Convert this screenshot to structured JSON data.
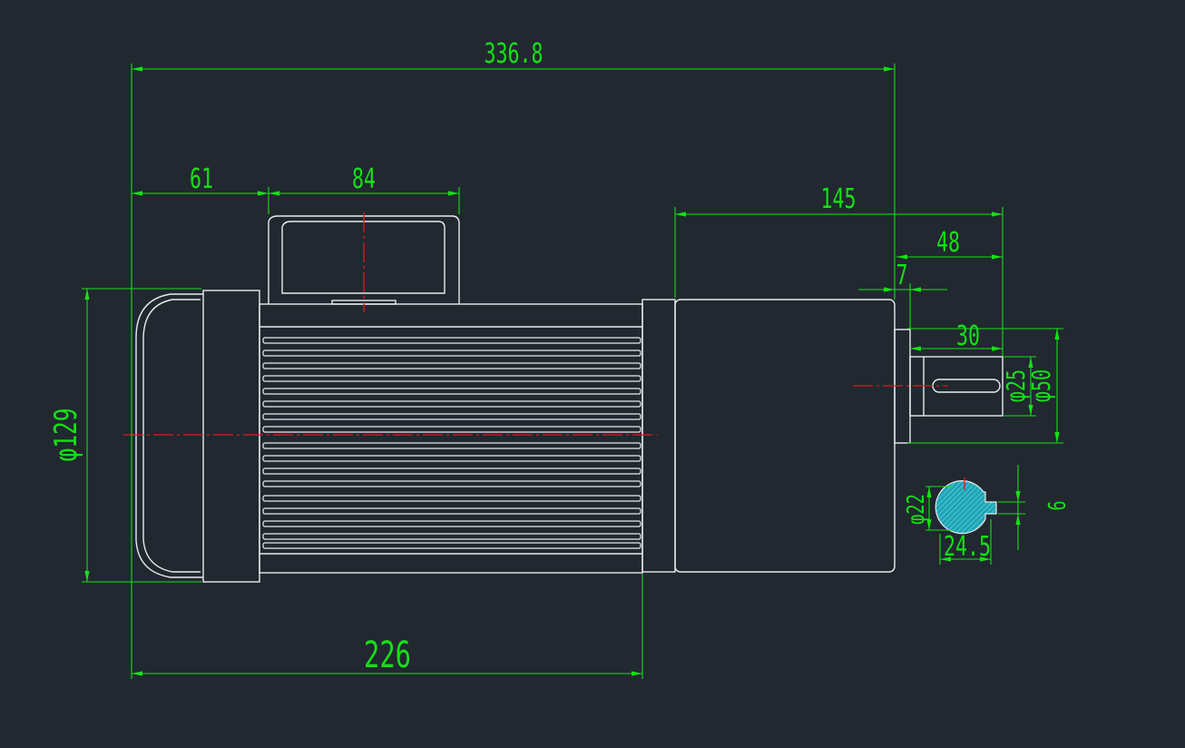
{
  "colors": {
    "background": "#212830",
    "outline": "#e8ecef",
    "dimension": "#16e016",
    "centerline": "#e01818",
    "section_fill": "#1ea5b6"
  },
  "dimensions": {
    "overall_length": "336.8",
    "end_cover_length": "61",
    "terminal_box_length": "84",
    "gearbox_length": "145",
    "shaft_extension": "48",
    "shoulder": "7",
    "key_length": "30",
    "shaft_dia": "φ25",
    "pilot_dia": "φ50",
    "motor_dia": "φ129",
    "motor_length": "226",
    "section_dia": "φ22",
    "section_height": "24.5",
    "key_width": "6"
  }
}
